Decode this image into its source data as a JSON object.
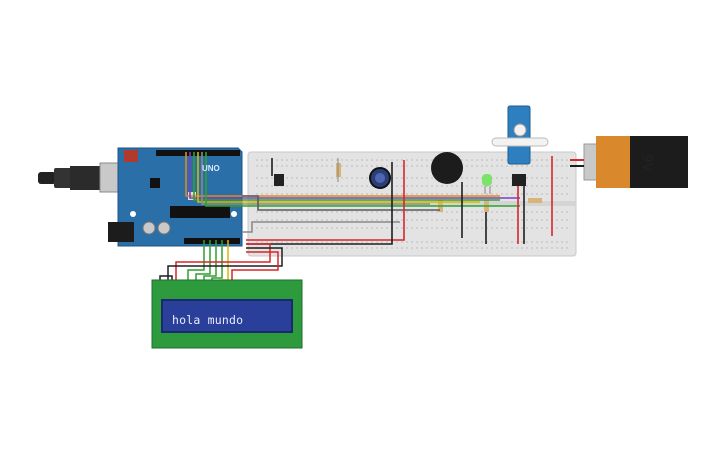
{
  "lcd": {
    "text": "hola mundo"
  },
  "arduino": {
    "board_label": "UNO"
  },
  "battery": {
    "label": "9V"
  },
  "colors": {
    "arduino_board": "#2a6fa8",
    "breadboard": "#e3e3e3",
    "lcd_pcb": "#2e9a3e",
    "lcd_screen": "#2a3f9a",
    "battery_orange": "#d9882c",
    "battery_black": "#1c1c1c",
    "servo": "#2d7fc0",
    "led": "#7be36a",
    "wire_red": "#d8262a",
    "wire_black": "#1e1e1e",
    "wire_green": "#2fa12f",
    "wire_yellow": "#d7b900",
    "wire_purple": "#7a3ec2",
    "wire_orange": "#e08a1a",
    "wire_gray": "#8a8a8a"
  }
}
